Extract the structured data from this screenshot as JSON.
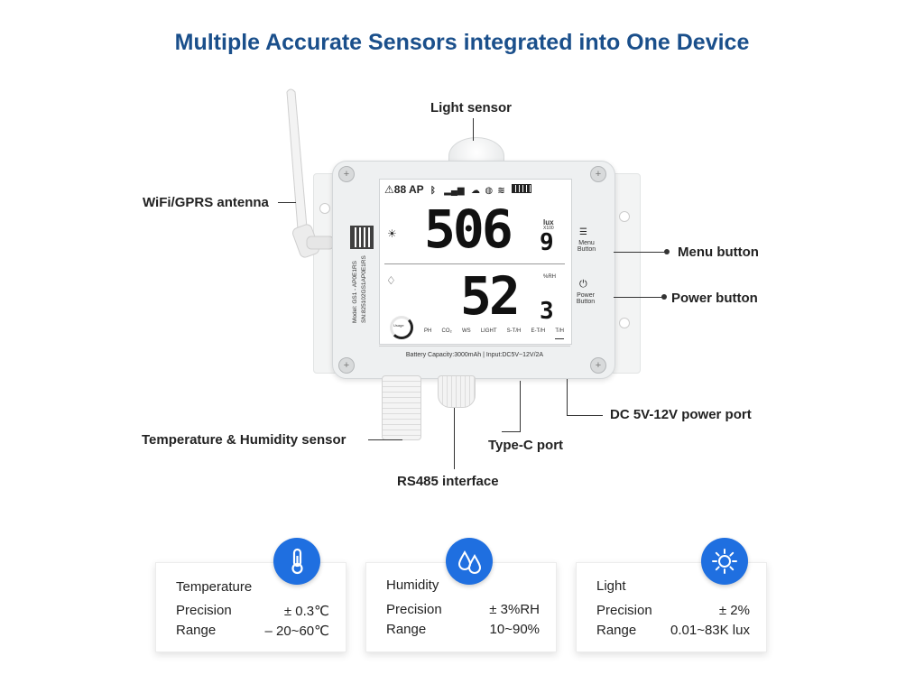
{
  "title": "Multiple Accurate Sensors integrated into One Device",
  "callouts": {
    "light_sensor": "Light sensor",
    "antenna": "WiFi/GPRS antenna",
    "menu_button": "Menu button",
    "power_button": "Power button",
    "dc_port": "DC 5V-12V power port",
    "temp_humidity": "Temperature & Humidity sensor",
    "typec": "Type-C port",
    "rs485": "RS485 interface"
  },
  "device": {
    "status_text": "88 AP",
    "lux_value": "506",
    "lux_decimal": "9",
    "lux_unit": "lux",
    "lux_multiplier": "X100",
    "rh_value": "52",
    "rh_decimal": "3",
    "rh_unit": "%RH",
    "menu_label": "Menu Button",
    "power_label": "Power Button",
    "usage": "Usage",
    "modes": [
      "PH",
      "CO₂",
      "WS",
      "LIGHT",
      "S-T/H",
      "E-T/H",
      "T/H"
    ],
    "battery_info": "Battery Capacity:3000mAh | Input:DC5V~12V/2A",
    "model": "Model: GS1 - AP0E1RS",
    "serial": "SN:825102GS1AP0E1RS"
  },
  "cards": [
    {
      "title": "Temperature",
      "precision_label": "Precision",
      "precision": "± 0.3℃",
      "range_label": "Range",
      "range": "– 20~60℃",
      "icon": "thermometer-icon"
    },
    {
      "title": "Humidity",
      "precision_label": "Precision",
      "precision": "± 3%RH",
      "range_label": "Range",
      "range": "10~90%",
      "icon": "water-drops-icon"
    },
    {
      "title": "Light",
      "precision_label": "Precision",
      "precision": "± 2%",
      "range_label": "Range",
      "range": "0.01~83K  lux",
      "icon": "sun-icon"
    }
  ],
  "colors": {
    "title": "#1a4f8b",
    "badge": "#1f6fe0"
  }
}
